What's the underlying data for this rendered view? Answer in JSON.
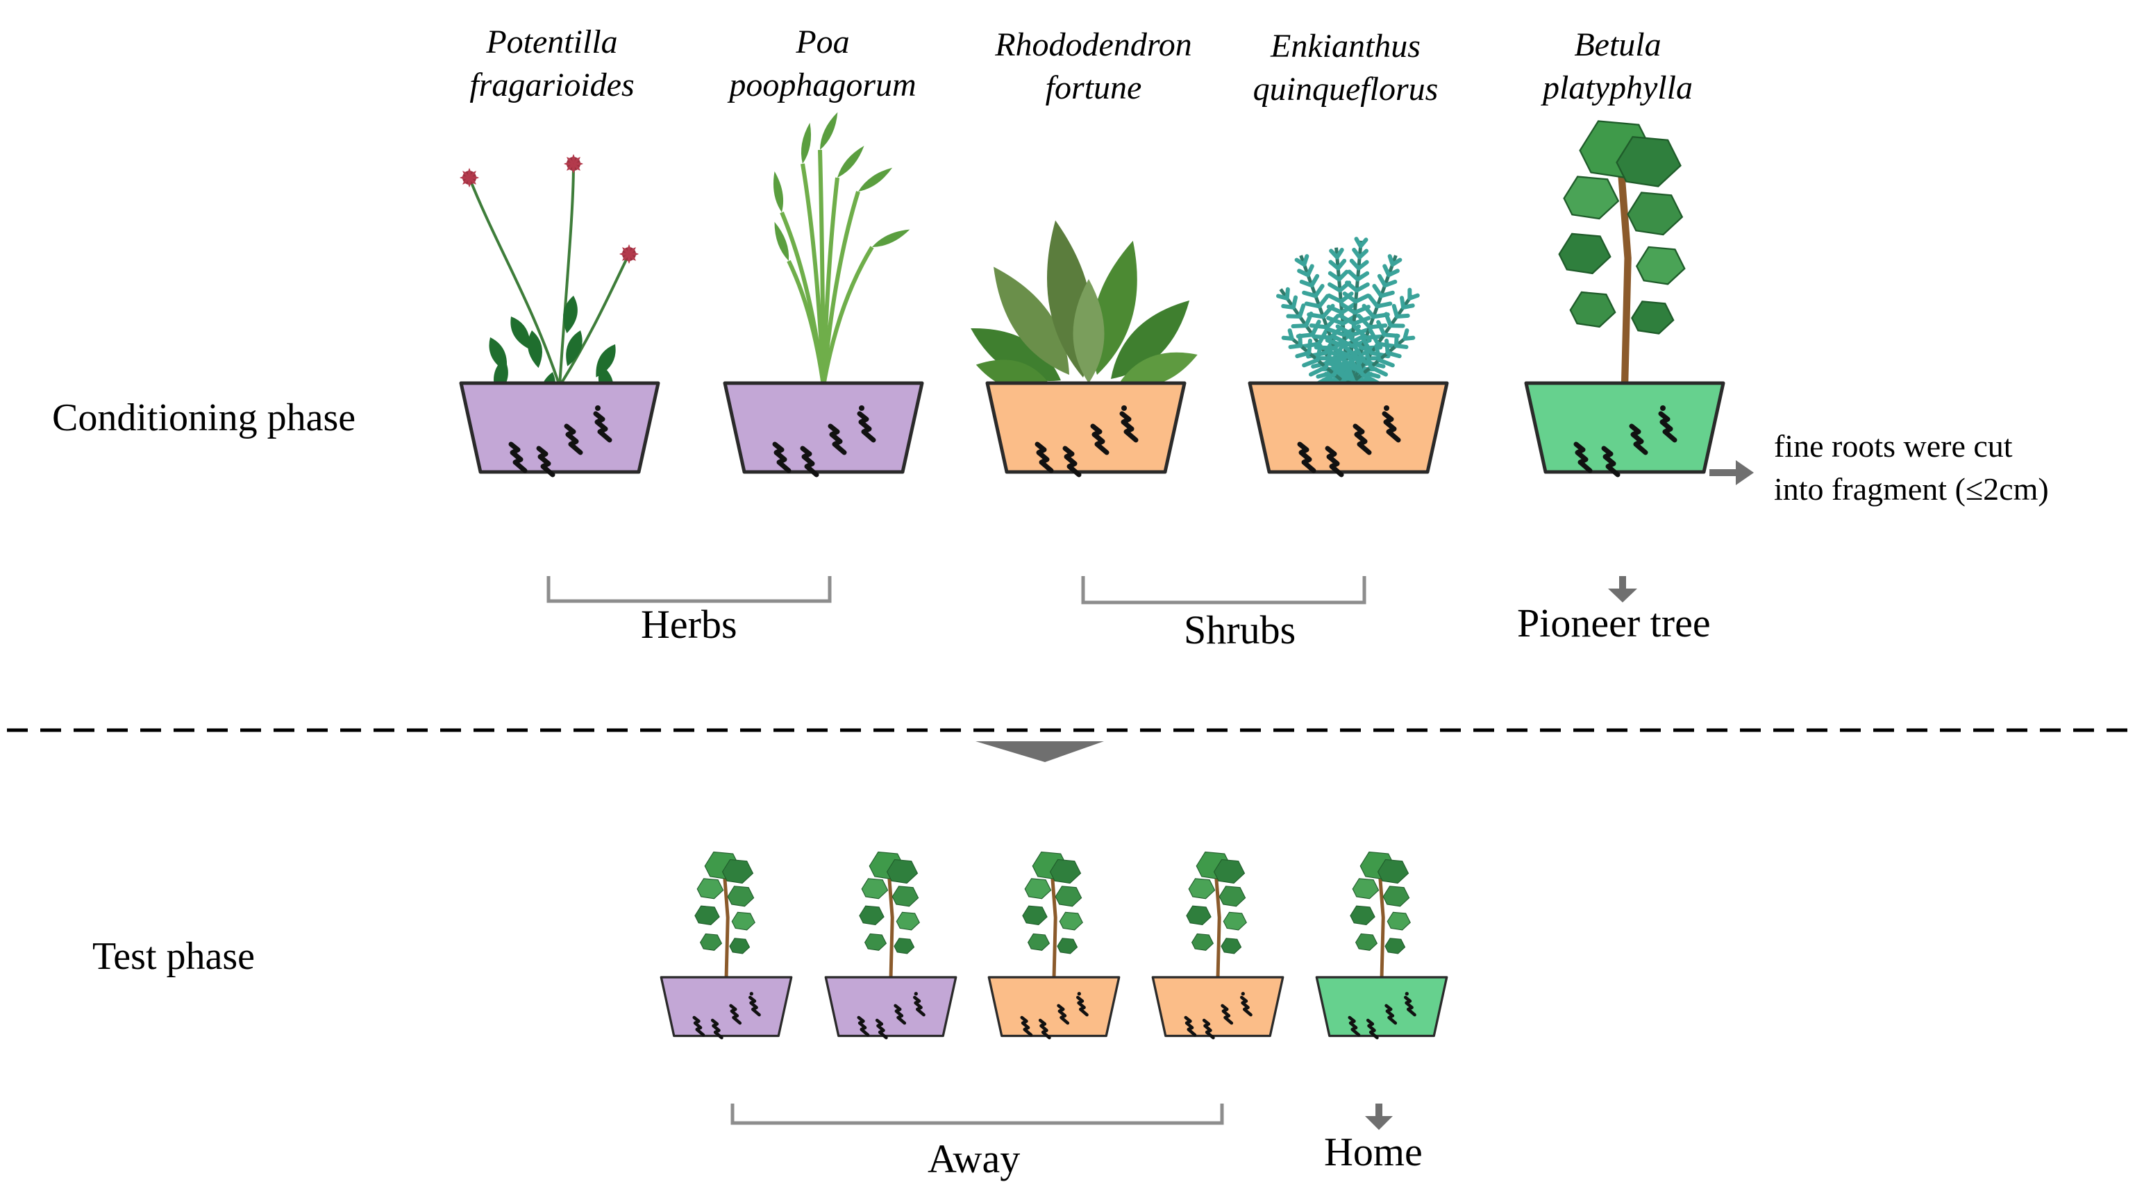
{
  "phases": {
    "conditioning": "Conditioning phase",
    "test": "Test phase"
  },
  "species": [
    {
      "line1": "Potentilla",
      "line2": "fragarioides",
      "type": "herb-flower",
      "pot": "purple"
    },
    {
      "line1": "Poa",
      "line2": "poophagorum",
      "type": "grass",
      "pot": "purple"
    },
    {
      "line1": "Rhododendron",
      "line2": "fortune",
      "type": "broadleaf",
      "pot": "orange"
    },
    {
      "line1": "Enkianthus",
      "line2": "quinqueflorus",
      "type": "fern-shrub",
      "pot": "orange"
    },
    {
      "line1": "Betula",
      "line2": "platyphylla",
      "type": "tree",
      "pot": "green"
    }
  ],
  "groups": {
    "herbs": "Herbs",
    "shrubs": "Shrubs",
    "pioneer": "Pioneer tree",
    "away": "Away",
    "home": "Home"
  },
  "note": {
    "line1": "fine roots were cut",
    "line2": "into fragment (≤2cm)"
  },
  "test_pots": [
    "purple",
    "purple",
    "orange",
    "orange",
    "green"
  ],
  "colors": {
    "purple": "#c3a7d6",
    "orange": "#fbbd88",
    "green": "#66d18e",
    "arrow": "#6f6f6f"
  }
}
